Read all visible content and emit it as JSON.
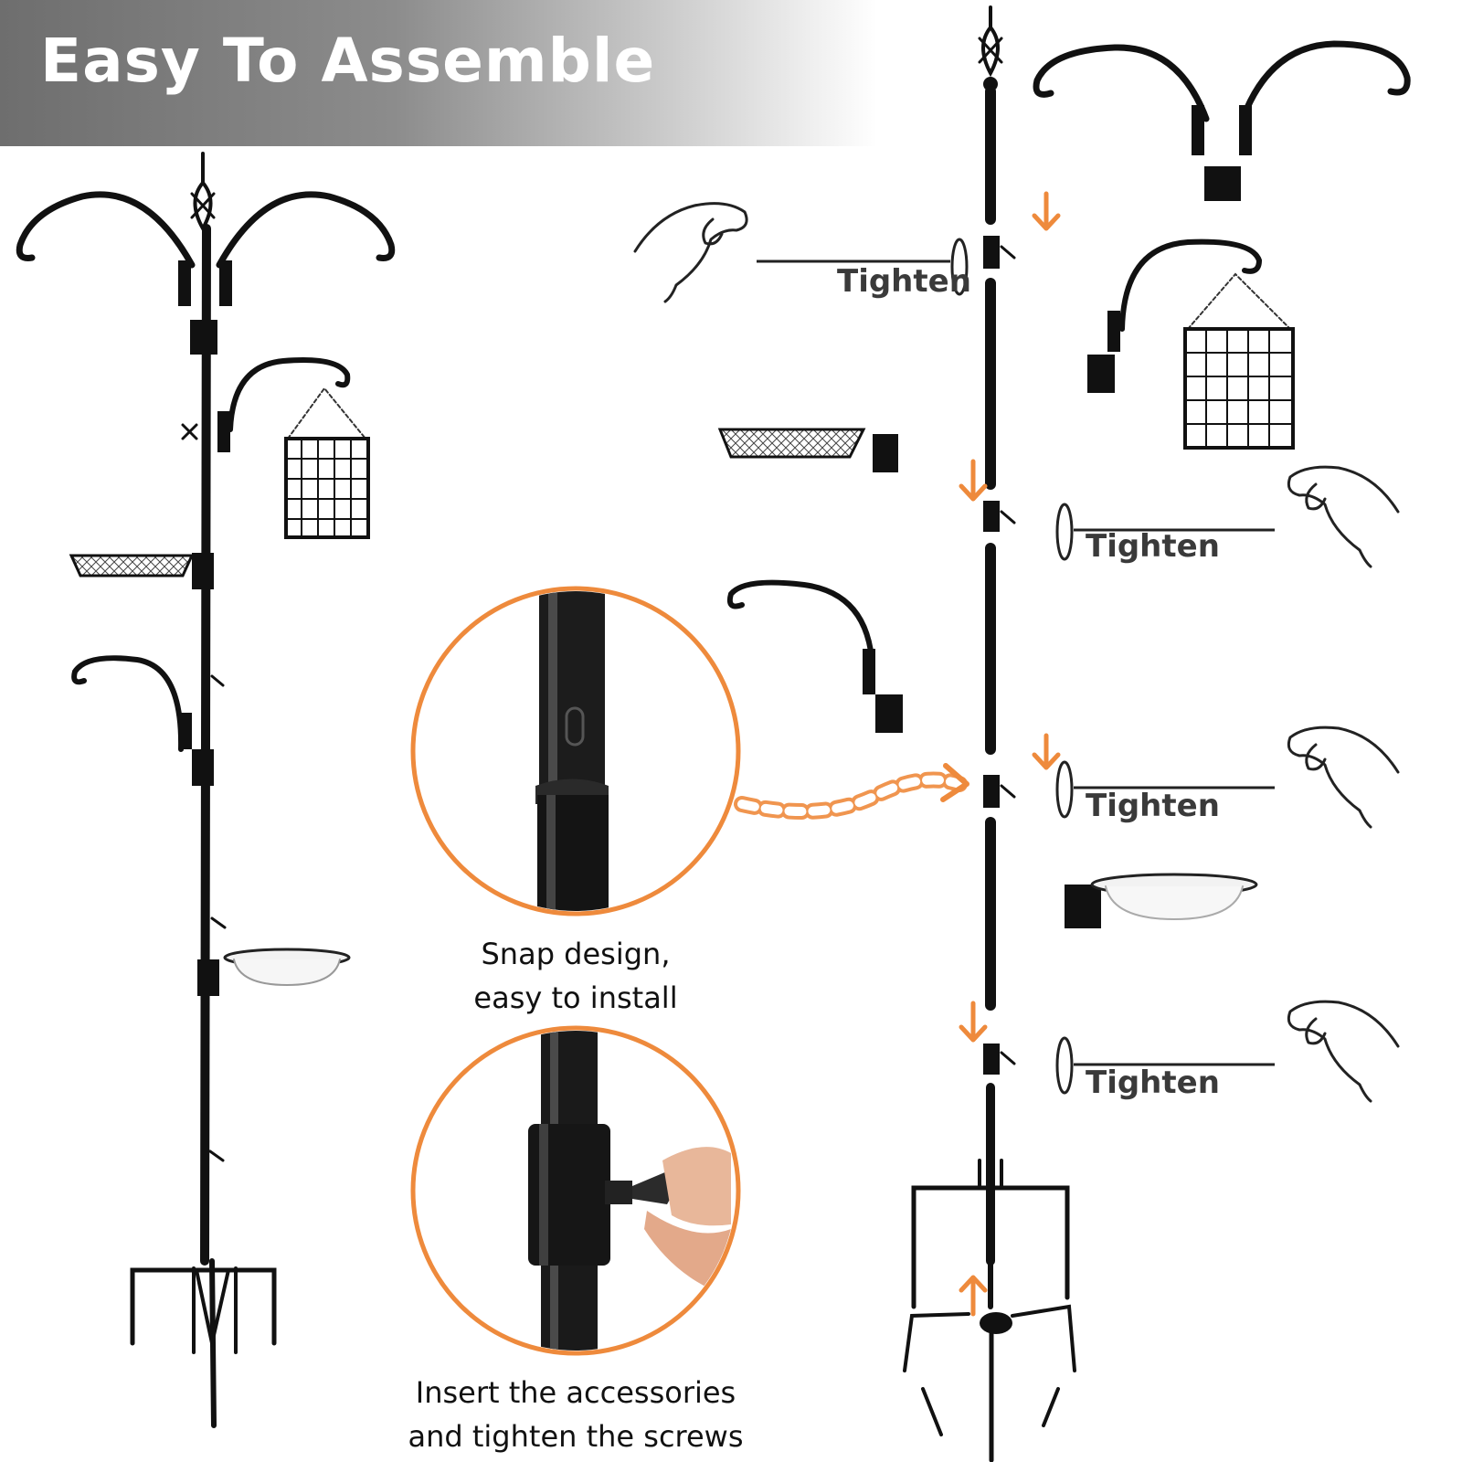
{
  "banner": {
    "title": "Easy To Assemble"
  },
  "labels": {
    "tighten_1": "Tighten",
    "tighten_2": "Tighten",
    "tighten_3": "Tighten",
    "tighten_4": "Tighten"
  },
  "captions": {
    "snap_line1": "Snap design,",
    "snap_line2": "easy to install",
    "insert_line1": "Insert the accessories",
    "insert_line2": "and tighten the screws"
  },
  "colors": {
    "accent": "#ee8a3c",
    "metal": "#111111",
    "banner": "#7a7a7a"
  }
}
